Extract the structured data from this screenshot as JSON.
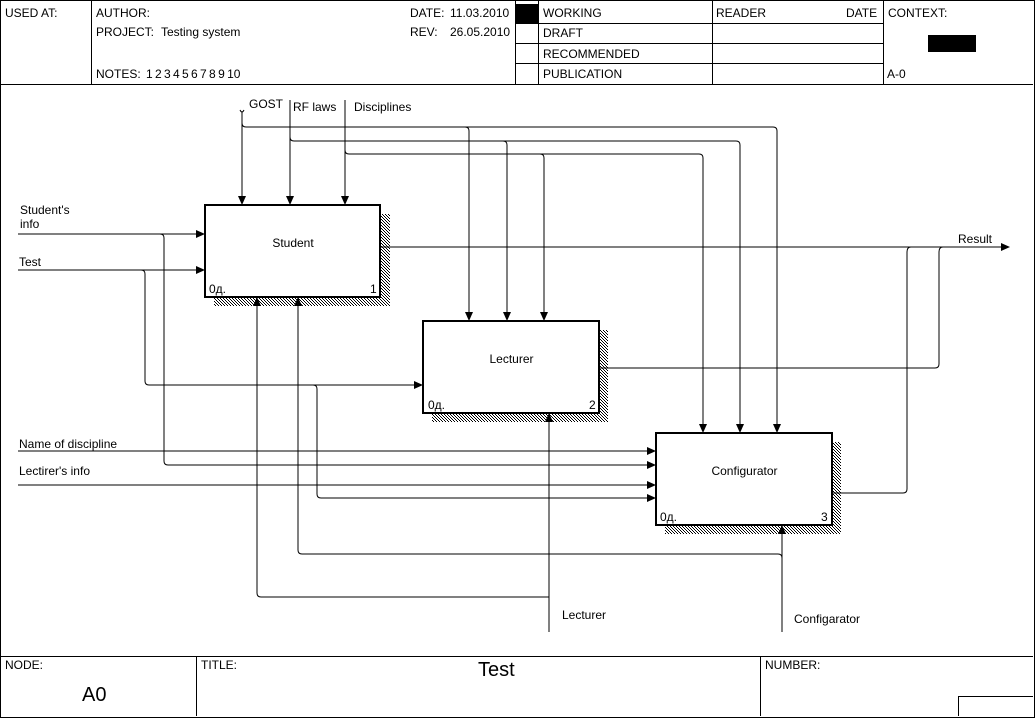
{
  "header": {
    "used_at_label": "USED AT:",
    "author_label": "AUTHOR:",
    "project_label": "PROJECT:",
    "project_value": "Testing system",
    "date_label": "DATE:",
    "date_value": "11.03.2010",
    "rev_label": "REV:",
    "rev_value": "26.05.2010",
    "notes_label": "NOTES:",
    "notes_values": "1  2  3  4  5  6  7  8  9  10",
    "status": [
      "WORKING",
      "DRAFT",
      "RECOMMENDED",
      "PUBLICATION"
    ],
    "reader_label": "READER",
    "reader_date_label": "DATE",
    "context_label": "CONTEXT:",
    "context_node": "A-0"
  },
  "diagram": {
    "boxes": [
      {
        "name": "Student",
        "code": "0д.",
        "number": "1"
      },
      {
        "name": "Lecturer",
        "code": "0д.",
        "number": "2"
      },
      {
        "name": "Configurator",
        "code": "0д.",
        "number": "3"
      }
    ],
    "controls": [
      "GOST",
      "RF laws",
      "Disciplines"
    ],
    "inputs": [
      "Student's",
      "info",
      "Test",
      "Name of discipline",
      "Lectirer's info"
    ],
    "output": "Result",
    "mechanisms": [
      "Lecturer",
      "Configarator"
    ]
  },
  "footer": {
    "node_label": "NODE:",
    "node_value": "A0",
    "title_label": "TITLE:",
    "title_value": "Test",
    "number_label": "NUMBER:"
  }
}
